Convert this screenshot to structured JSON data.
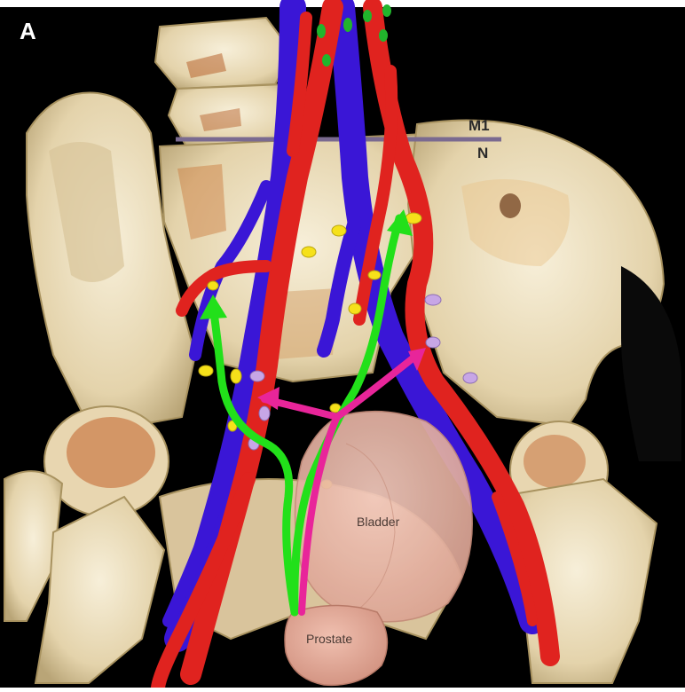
{
  "panel_label": "A",
  "level_labels": {
    "upper": "M1",
    "lower": "N"
  },
  "organs": {
    "bladder": "Bladder",
    "prostate": "Prostate"
  },
  "colors": {
    "background": "#000000",
    "bone": "#efe3c8",
    "bone_shadow": "#c9b88f",
    "bone_rust": "#b8642f",
    "artery": "#e0231f",
    "vein": "#3a16d6",
    "lymph_green_path": "#22e01a",
    "lymph_pink_path": "#e8259a",
    "node_yellow": "#f6e11a",
    "node_lilac": "#c7a6e6",
    "node_green": "#21b52c",
    "bladder": "#e8b6a8",
    "prostate": "#e6a898",
    "level_line": "#7a6a90"
  }
}
